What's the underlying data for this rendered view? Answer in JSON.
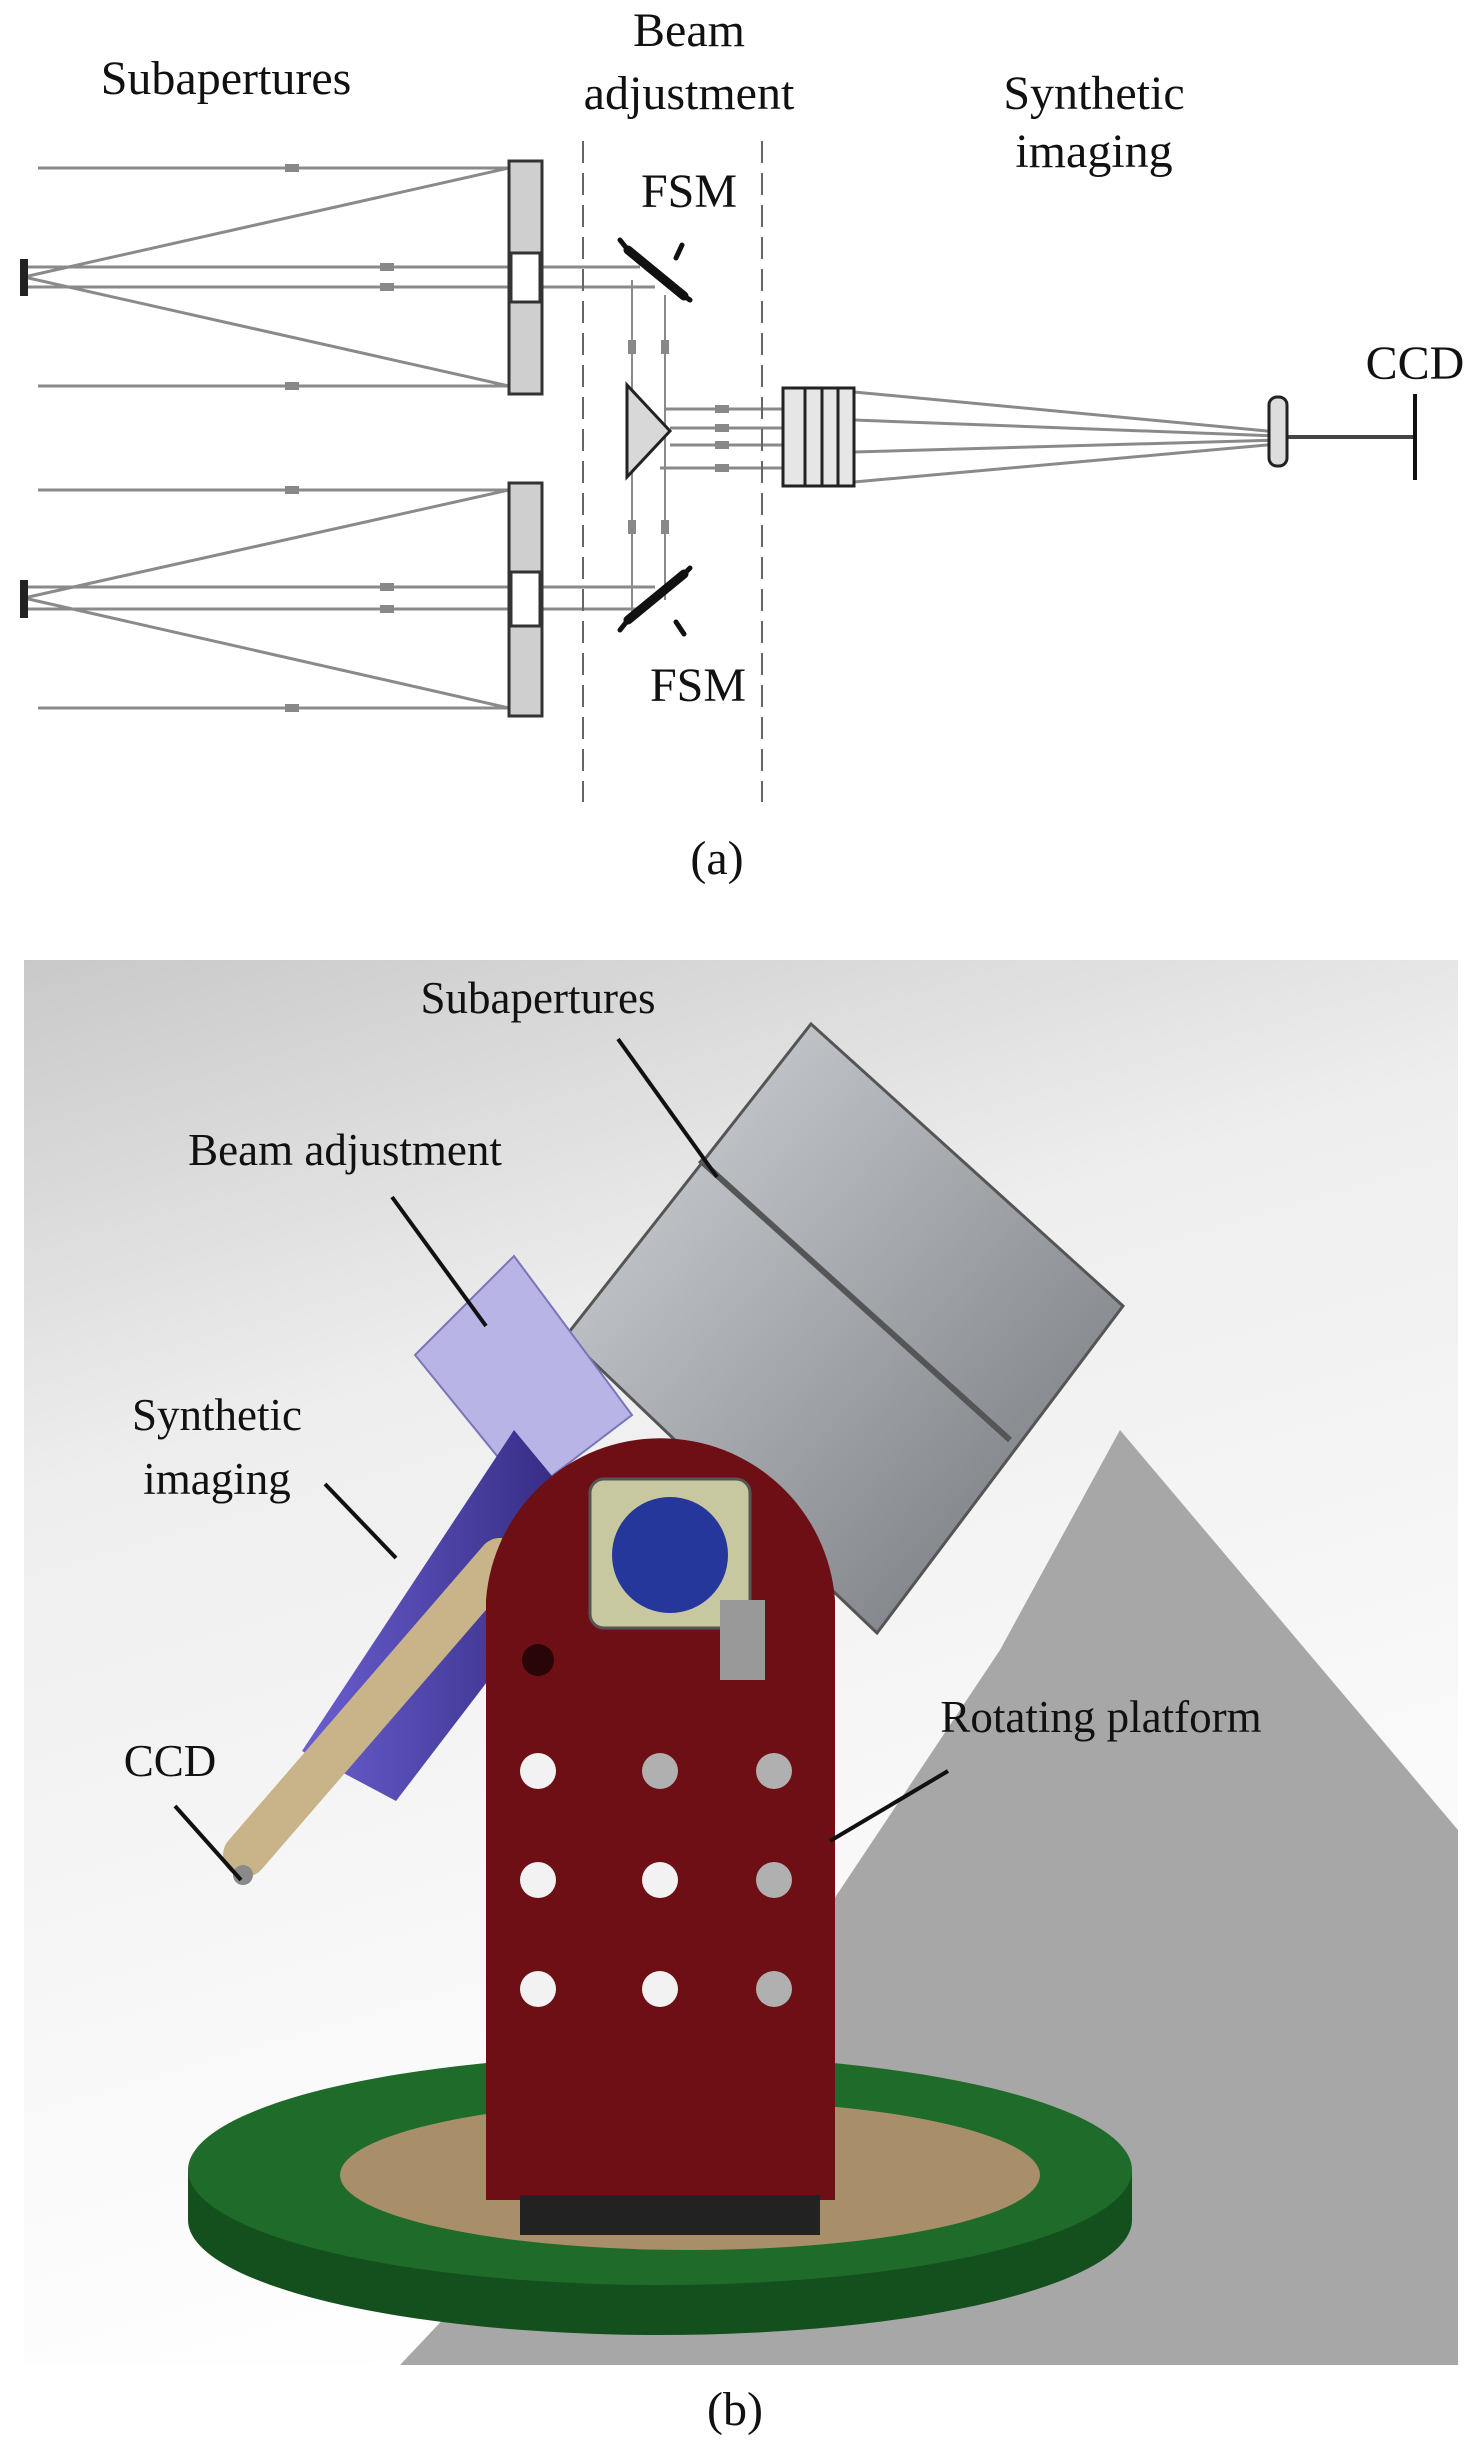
{
  "panel_a": {
    "caption": "(a)",
    "labels": {
      "subapertures": "Subapertures",
      "beam_line1": "Beam",
      "beam_line2": "adjustment",
      "synthetic_line1": "Synthetic",
      "synthetic_line2": "imaging",
      "fsm_top": "FSM",
      "fsm_bottom": "FSM",
      "ccd": "CCD"
    }
  },
  "panel_b": {
    "caption": "(b)",
    "labels": {
      "subapertures": "Subapertures",
      "beam_adjustment": "Beam adjustment",
      "synthetic_line1": "Synthetic",
      "synthetic_line2": "imaging",
      "ccd": "CCD",
      "rotating_platform": "Rotating platform"
    }
  },
  "colors": {
    "platform_red": "#6e0f16",
    "base_green": "#1f6b2a",
    "cone_purple": "#4a3f9e",
    "beam_lavender": "#b9b4e6",
    "tube_silver": "#a9adb2",
    "ccd_tan": "#c9b48a",
    "port_blue": "#25379a"
  }
}
